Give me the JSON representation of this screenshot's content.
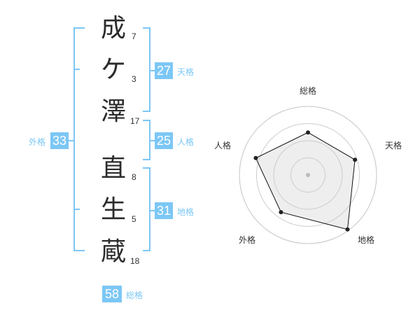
{
  "name": {
    "chars": [
      {
        "char": "成",
        "strokes": "7"
      },
      {
        "char": "ケ",
        "strokes": "3"
      },
      {
        "char": "澤",
        "strokes": "17"
      },
      {
        "char": "直",
        "strokes": "8"
      },
      {
        "char": "生",
        "strokes": "5"
      },
      {
        "char": "蔵",
        "strokes": "18"
      }
    ]
  },
  "kakusu": {
    "tenkaku": {
      "value": "27",
      "label": "天格"
    },
    "jinkaku": {
      "value": "25",
      "label": "人格"
    },
    "chikaku": {
      "value": "31",
      "label": "地格"
    },
    "gaikaku": {
      "value": "33",
      "label": "外格"
    },
    "soukaku": {
      "value": "58",
      "label": "総格"
    }
  },
  "chart_data": {
    "type": "radar",
    "axes": [
      "総格",
      "天格",
      "地格",
      "外格",
      "人格"
    ],
    "values": [
      0.62,
      0.72,
      0.98,
      0.67,
      0.8
    ],
    "rings": 4,
    "colors": {
      "fill": "#eeeeee",
      "line": "#111111",
      "ring": "#cccccc",
      "center": "#bbbbbb"
    }
  },
  "colors": {
    "accent": "#7cc7f5"
  }
}
